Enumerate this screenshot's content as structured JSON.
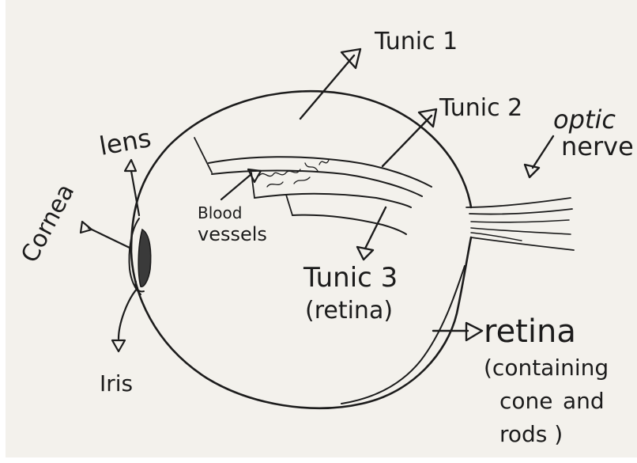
{
  "labels": {
    "tunic1": "Tunic 1",
    "tunic2": "Tunic 2",
    "tunic3": "Tunic 3",
    "tunic3_sub": "(retina)",
    "optic_line1": "optic",
    "optic_line2": "nerve",
    "lens": "lens",
    "cornea": "Cornea",
    "blood_line1": "Blood",
    "blood_line2": "vessels",
    "iris": "Iris",
    "retina_title": "retina",
    "retina_line1": "(containing",
    "retina_line2_a": "cone",
    "retina_line2_b": "and",
    "retina_line3": "rods )"
  },
  "colors": {
    "paper": "#f3f1ec",
    "ink": "#1c1c1c"
  }
}
